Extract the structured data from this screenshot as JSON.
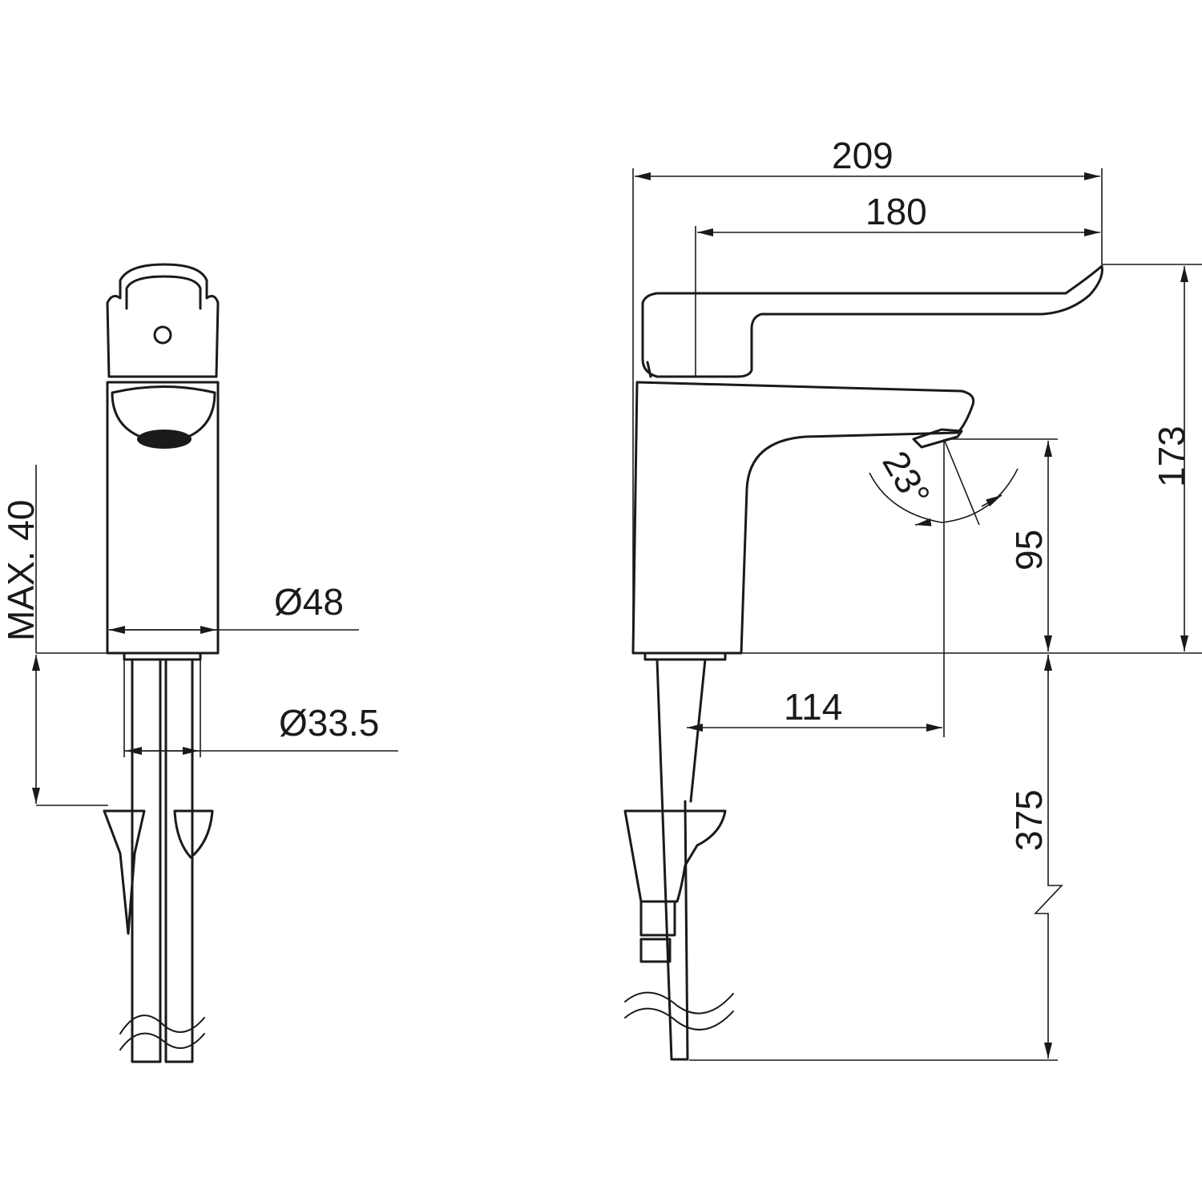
{
  "drawing": {
    "front_view": {
      "max_thickness_label": "MAX. 40",
      "body_diameter_label": "Ø48",
      "flange_diameter_label": "Ø33.5"
    },
    "side_view": {
      "overall_length_label": "209",
      "spout_reach_label": "180",
      "overall_height_label": "173",
      "spout_height_label": "95",
      "spout_angle_label": "23°",
      "spout_projection_label": "114",
      "hose_length_label": "375"
    },
    "colors": {
      "line": "#1a1a1a",
      "background": "#ffffff"
    }
  }
}
